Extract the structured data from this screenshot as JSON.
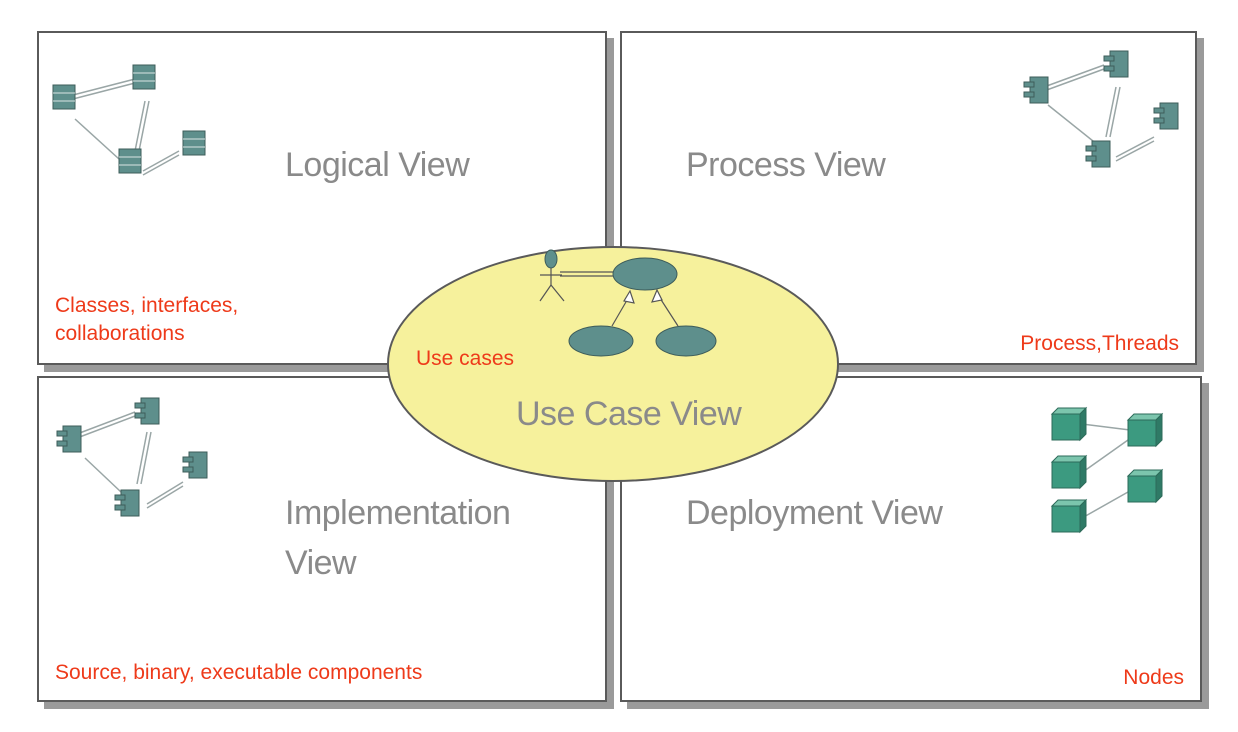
{
  "views": {
    "logical": {
      "title": "Logical View",
      "note": "Classes, interfaces, collaborations"
    },
    "process": {
      "title": "Process View",
      "note": "Process,Threads"
    },
    "implementation": {
      "title": "Implementation View",
      "note": "Source, binary, executable components"
    },
    "deployment": {
      "title": "Deployment View",
      "note": "Nodes"
    },
    "usecase": {
      "title": "Use Case View",
      "note": "Use cases"
    }
  },
  "icons": {
    "logical": "class-icon",
    "process": "component-icon",
    "implementation": "component-icon",
    "deployment": "node-icon",
    "usecase": "actor-and-use-case-icon"
  },
  "colors": {
    "note_red": "#ee3a1a",
    "title_gray": "#8a8a8a",
    "icon_teal": "#5e8f8c",
    "node_green": "#3c8f78",
    "usecase_fill": "#f6f19c"
  }
}
